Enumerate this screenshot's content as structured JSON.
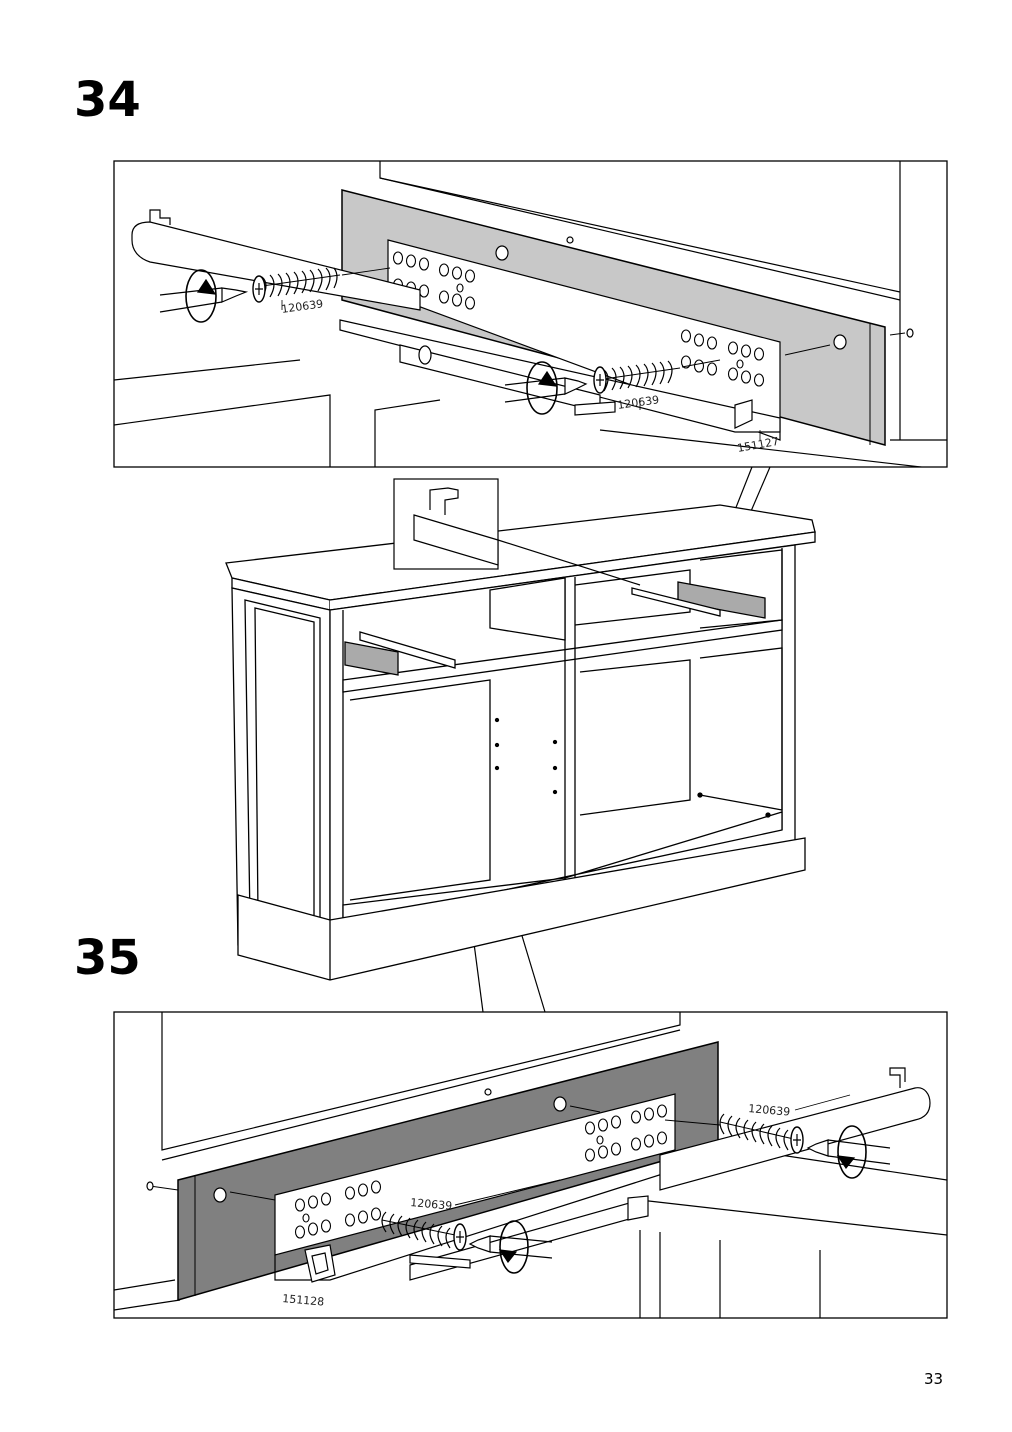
{
  "steps": {
    "step_34": "34",
    "step_35": "35"
  },
  "labels": {
    "screw_a_top": "120639",
    "screw_b_top": "120639",
    "rail_top": "151127",
    "screw_a_bottom": "120639",
    "screw_b_bottom": "120639",
    "rail_bottom": "151128"
  },
  "page_number": "33"
}
